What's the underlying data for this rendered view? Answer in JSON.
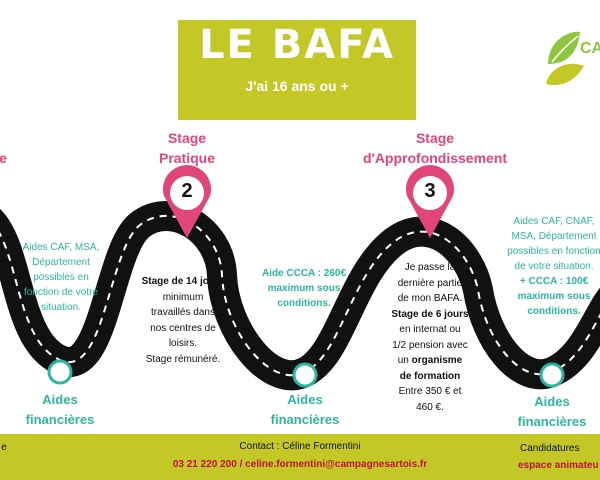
{
  "header": {
    "title": "LE BAFA",
    "subtitle": "J'ai 16 ans ou +"
  },
  "logo": {
    "text": "CA"
  },
  "stages": {
    "left_partial": "e",
    "stage2": {
      "line1": "Stage",
      "line2": "Pratique",
      "number": "2"
    },
    "stage3": {
      "line1": "Stage",
      "line2": "d'Approfondissement",
      "number": "3"
    }
  },
  "aides_left": [
    "Aides CAF, MSA,",
    "Département",
    "possibles en",
    "fonction de votre",
    "situation."
  ],
  "stage2_desc": {
    "bold": "Stage de 14 jours",
    "lines": [
      "minimum",
      "travaillés dans",
      "nos centres de",
      "loisirs.",
      "Stage rémunéré."
    ]
  },
  "aides_mid": {
    "line1": "Aide CCCA : 260€",
    "line2": "maximum sous",
    "line3": "conditions."
  },
  "stage3_desc": {
    "intro": [
      "Je passe la",
      "dernière partie",
      "de mon BAFA."
    ],
    "bold1": "Stage de 6 jours",
    "middle": [
      "en internat ou",
      "1/2 pension avec",
      "un"
    ],
    "bold2a": "organisme",
    "bold2b": "de formation",
    "end": [
      "Entre 350 € et",
      "460 €."
    ]
  },
  "aides_right": {
    "lines": [
      "Aides CAF, CNAF,",
      "MSA, Département",
      "possibles en fonction",
      "de votre situation."
    ],
    "bold": [
      "+ CCCA : 100€",
      "maximum sous",
      "conditions."
    ]
  },
  "aides_label": {
    "line1": "Aides",
    "line2": "financières"
  },
  "footer": {
    "left_partial": "e",
    "contact": "Contact : Céline Formentini",
    "phone_email": "03 21 220 200 / celine.formentini@campagnesartois.fr",
    "candidatures": "Candidatures",
    "espace": "espace animateu"
  },
  "colors": {
    "lime": "#c4c826",
    "pink": "#e0457b",
    "teal": "#2cb5a0",
    "road": "#111111",
    "footer_red": "#c0113a"
  }
}
